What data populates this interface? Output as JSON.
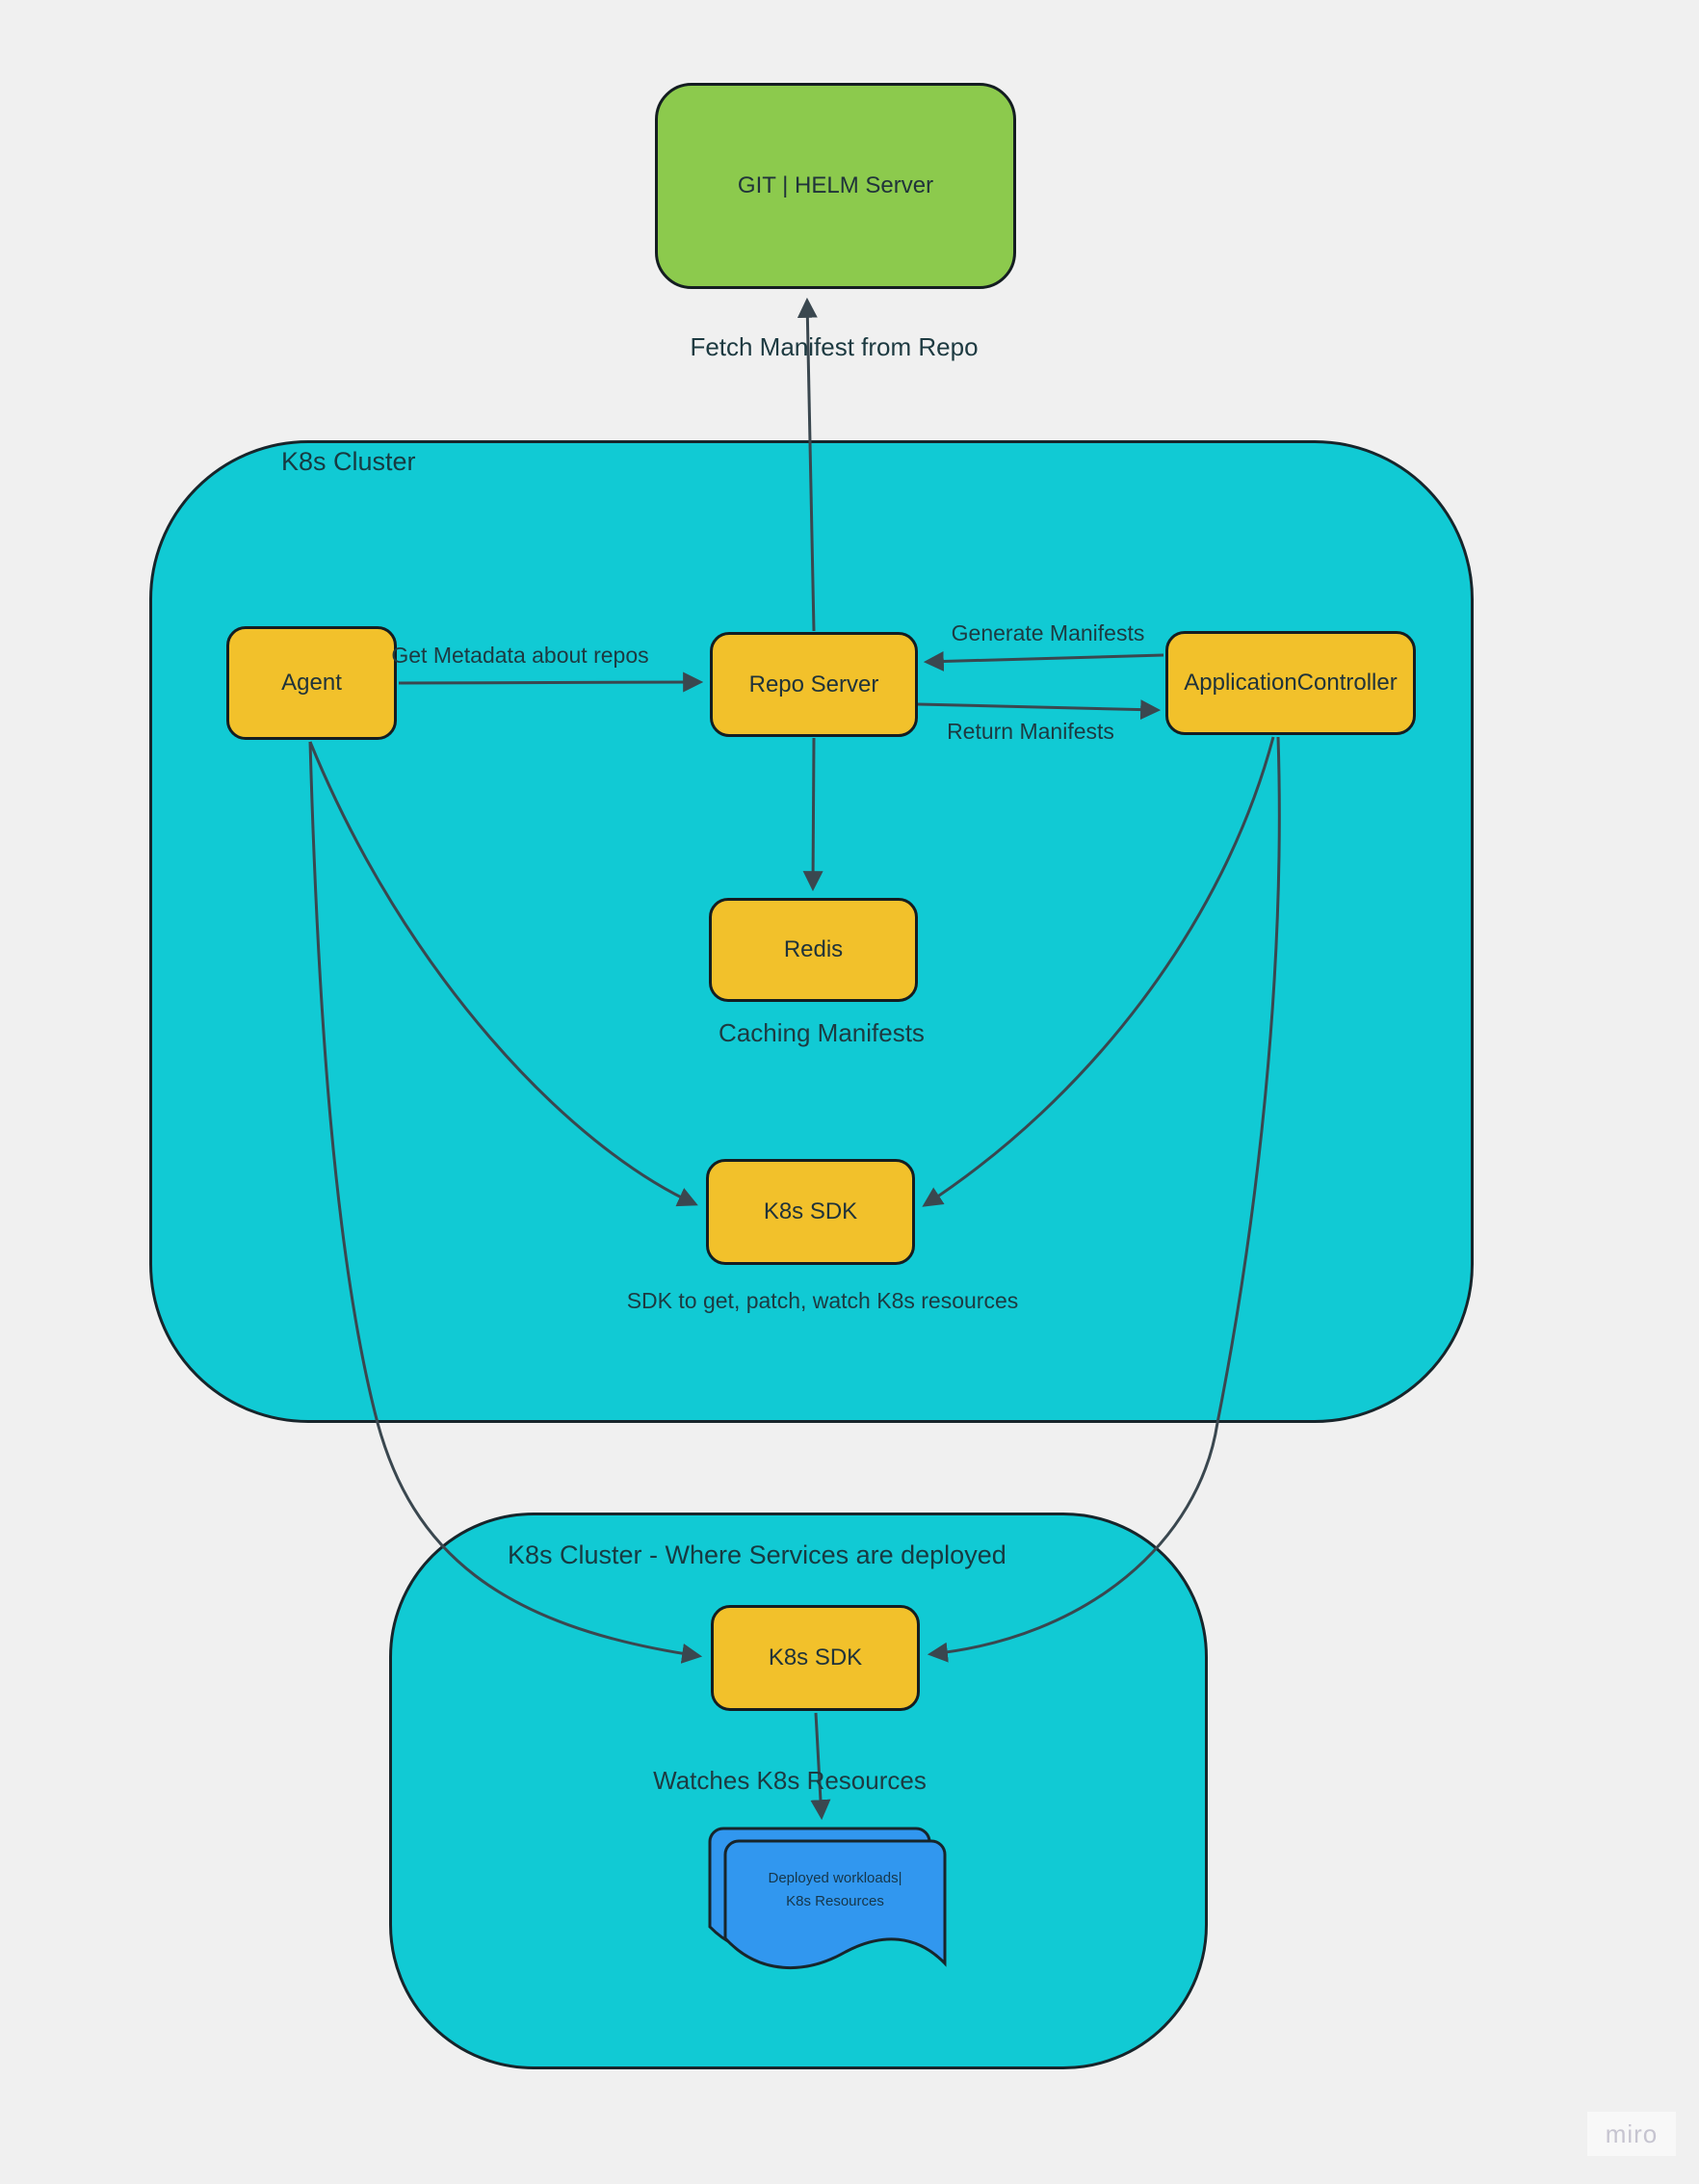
{
  "clusters": [
    {
      "id": "k8s-cluster-main",
      "label": "K8s Cluster"
    },
    {
      "id": "k8s-cluster-deploy",
      "label": "K8s Cluster - Where Services are deployed"
    }
  ],
  "nodes": [
    {
      "id": "git-helm-server",
      "label": "GIT | HELM Server",
      "fill": "#8CCA4D"
    },
    {
      "id": "agent",
      "label": "Agent",
      "fill": "#F2C12B"
    },
    {
      "id": "repo-server",
      "label": "Repo Server",
      "fill": "#F2C12B"
    },
    {
      "id": "application-controller",
      "label": "ApplicationController",
      "fill": "#F2C12B"
    },
    {
      "id": "redis",
      "label": "Redis",
      "fill": "#F2C12B"
    },
    {
      "id": "k8s-sdk-main",
      "label": "K8s SDK",
      "fill": "#F2C12B"
    },
    {
      "id": "k8s-sdk-deploy",
      "label": "K8s SDK",
      "fill": "#F2C12B"
    },
    {
      "id": "deployed-workloads",
      "label_line1": "Deployed workloads|",
      "label_line2": "K8s Resources",
      "fill": "#3197EF"
    }
  ],
  "edges": [
    {
      "from": "repo-server",
      "to": "git-helm-server",
      "label": "Fetch Manifest from Repo"
    },
    {
      "from": "agent",
      "to": "repo-server",
      "label": "Get Metadata about repos"
    },
    {
      "from": "application-controller",
      "to": "repo-server",
      "label": "Generate Manifests"
    },
    {
      "from": "repo-server",
      "to": "application-controller",
      "label": "Return Manifests"
    },
    {
      "from": "repo-server",
      "to": "redis",
      "label": ""
    },
    {
      "from": "agent",
      "to": "k8s-sdk-main",
      "label": ""
    },
    {
      "from": "application-controller",
      "to": "k8s-sdk-main",
      "label": ""
    },
    {
      "from": "agent",
      "to": "k8s-sdk-deploy",
      "label": ""
    },
    {
      "from": "application-controller",
      "to": "k8s-sdk-deploy",
      "label": ""
    },
    {
      "from": "k8s-sdk-deploy",
      "to": "deployed-workloads",
      "label": ""
    }
  ],
  "annotations": [
    {
      "for": "redis",
      "text": "Caching Manifests"
    },
    {
      "for": "k8s-sdk-main",
      "text": "SDK to get, patch, watch K8s resources"
    },
    {
      "for": "k8s-sdk-deploy",
      "text": "Watches K8s Resources"
    }
  ],
  "watermark": {
    "label": "miro"
  },
  "colors": {
    "background": "#F0F0F0",
    "cluster_fill": "#11CAD4",
    "node_fill": "#F2C12B",
    "git_server_fill": "#8CCA4D",
    "document_fill": "#3197EF",
    "stroke": "#17252B",
    "connector": "#3A474F",
    "text": "#1C3940",
    "watermark_text": "#C6C4D0"
  }
}
